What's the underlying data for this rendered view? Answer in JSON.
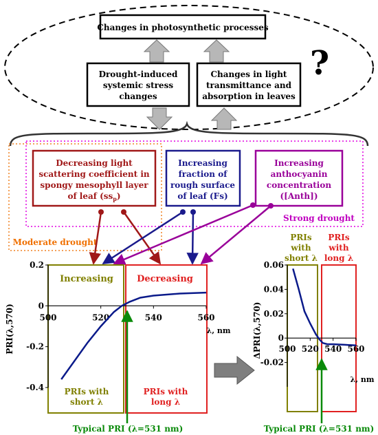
{
  "top": {
    "photosynthesis": "Changes in photosynthetic processes",
    "stress": [
      "Drought-induced",
      "systemic stress",
      "changes"
    ],
    "transmittance": [
      "Changes in light",
      "transmittance and",
      "absorption in leaves"
    ],
    "question": "?"
  },
  "factors": [
    {
      "lines": [
        "Decreasing light",
        "scattering coefficient in",
        "spongy mesophyll layer",
        "of leaf (ss",
        ")"
      ],
      "sub": "p",
      "color": "#a01818"
    },
    {
      "lines": [
        "Increasing",
        "fraction of",
        "rough surface",
        "of leaf (Fs)"
      ],
      "color": "#1a1a8c"
    },
    {
      "lines": [
        "Increasing",
        "anthocyanin",
        "concentration",
        "([Anth])"
      ],
      "color": "#990099"
    }
  ],
  "labels": {
    "strong_drought": "Strong drought",
    "moderate_drought": "Moderate drought"
  },
  "chart_data": [
    {
      "type": "line",
      "ylabel": "PRI(λ,570)",
      "xlabel": "λ, nm",
      "xlim": [
        500,
        560
      ],
      "ylim": [
        -0.4,
        0.2
      ],
      "xticks": [
        "500",
        "520",
        "540",
        "560"
      ],
      "yticks": [
        "0.2",
        "0",
        "-0.2",
        "-0.4"
      ],
      "series": [
        {
          "x": [
            505,
            515,
            520,
            525,
            528,
            531,
            535,
            540,
            550,
            560
          ],
          "y": [
            -0.36,
            -0.18,
            -0.1,
            -0.03,
            0.0,
            0.02,
            0.04,
            0.05,
            0.06,
            0.065
          ]
        }
      ],
      "regions": {
        "increasing": "Increasing",
        "decreasing": "Decreasing",
        "short": [
          "PRIs with",
          "short λ"
        ],
        "long": [
          "PRIs with",
          "long λ"
        ]
      },
      "typical": "Typical PRI (λ=531 nm)"
    },
    {
      "type": "line",
      "ylabel": "ΔPRI(λ,570)",
      "xlabel": "λ, nm",
      "xlim": [
        500,
        560
      ],
      "ylim": [
        -0.04,
        0.06
      ],
      "xticks": [
        "500",
        "520",
        "540",
        "560"
      ],
      "yticks": [
        "0.06",
        "0.04",
        "0.02",
        "0",
        "-0.02"
      ],
      "series": [
        {
          "x": [
            505,
            510,
            515,
            520,
            525,
            528,
            531,
            535,
            540,
            550,
            560
          ],
          "y": [
            0.057,
            0.04,
            0.022,
            0.012,
            0.003,
            -0.001,
            -0.004,
            -0.005,
            -0.005,
            -0.0055,
            -0.006
          ]
        }
      ],
      "regions": {
        "short": [
          "PRIs",
          "with",
          "short λ"
        ],
        "long": [
          "PRIs",
          "with",
          "long λ"
        ]
      },
      "typical": "Typical PRI (λ=531 nm)"
    }
  ]
}
